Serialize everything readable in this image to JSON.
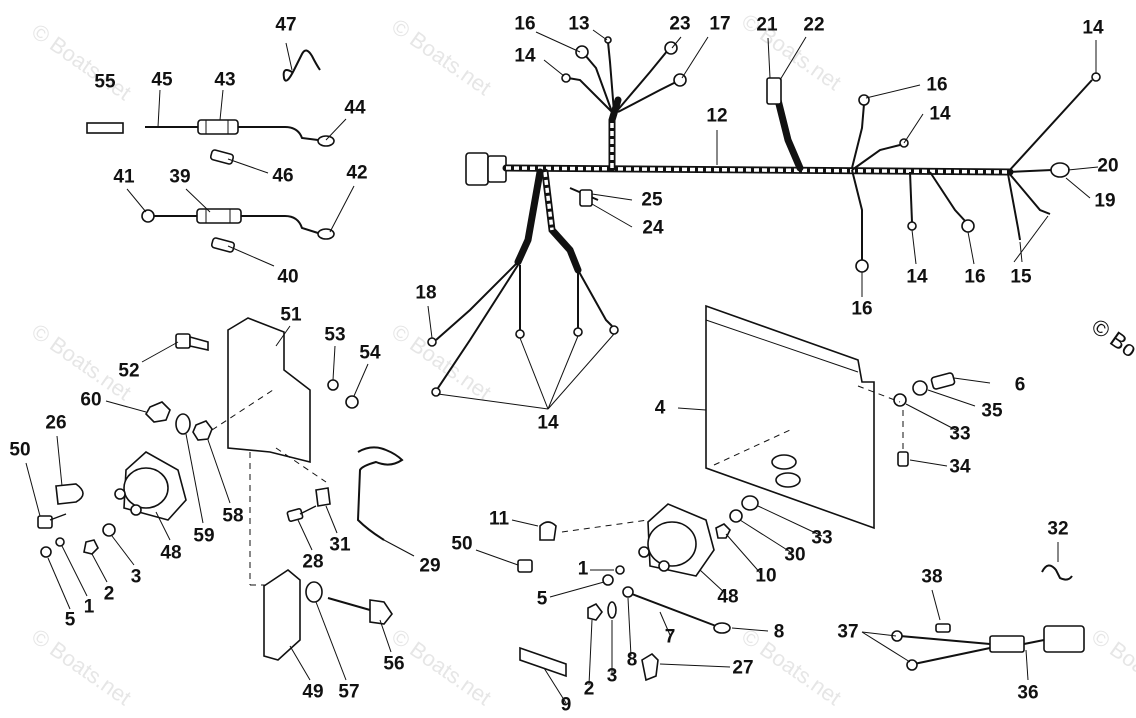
{
  "watermark": "© Boats.net",
  "copyright_fragment": "© Bo",
  "callouts": [
    {
      "id": "c47",
      "text": "47"
    },
    {
      "id": "c55",
      "text": "55"
    },
    {
      "id": "c45",
      "text": "45"
    },
    {
      "id": "c43",
      "text": "43"
    },
    {
      "id": "c44",
      "text": "44"
    },
    {
      "id": "c46",
      "text": "46"
    },
    {
      "id": "c41",
      "text": "41"
    },
    {
      "id": "c39",
      "text": "39"
    },
    {
      "id": "c42",
      "text": "42"
    },
    {
      "id": "c40",
      "text": "40"
    },
    {
      "id": "c16a",
      "text": "16"
    },
    {
      "id": "c13",
      "text": "13"
    },
    {
      "id": "c23",
      "text": "23"
    },
    {
      "id": "c17",
      "text": "17"
    },
    {
      "id": "c21",
      "text": "21"
    },
    {
      "id": "c22",
      "text": "22"
    },
    {
      "id": "c14a",
      "text": "14"
    },
    {
      "id": "c14b",
      "text": "14"
    },
    {
      "id": "c16b",
      "text": "16"
    },
    {
      "id": "c14c",
      "text": "14"
    },
    {
      "id": "c12",
      "text": "12"
    },
    {
      "id": "c20",
      "text": "20"
    },
    {
      "id": "c19",
      "text": "19"
    },
    {
      "id": "c25",
      "text": "25"
    },
    {
      "id": "c24",
      "text": "24"
    },
    {
      "id": "c14d",
      "text": "14"
    },
    {
      "id": "c16c",
      "text": "16"
    },
    {
      "id": "c15",
      "text": "15"
    },
    {
      "id": "c16d",
      "text": "16"
    },
    {
      "id": "c18",
      "text": "18"
    },
    {
      "id": "c14e",
      "text": "14"
    },
    {
      "id": "c51",
      "text": "51"
    },
    {
      "id": "c53",
      "text": "53"
    },
    {
      "id": "c54",
      "text": "54"
    },
    {
      "id": "c52",
      "text": "52"
    },
    {
      "id": "c60",
      "text": "60"
    },
    {
      "id": "c26",
      "text": "26"
    },
    {
      "id": "c50a",
      "text": "50"
    },
    {
      "id": "c58",
      "text": "58"
    },
    {
      "id": "c59",
      "text": "59"
    },
    {
      "id": "c48a",
      "text": "48"
    },
    {
      "id": "c3a",
      "text": "3"
    },
    {
      "id": "c2a",
      "text": "2"
    },
    {
      "id": "c1a",
      "text": "1"
    },
    {
      "id": "c5a",
      "text": "5"
    },
    {
      "id": "c28",
      "text": "28"
    },
    {
      "id": "c31",
      "text": "31"
    },
    {
      "id": "c29",
      "text": "29"
    },
    {
      "id": "c49",
      "text": "49"
    },
    {
      "id": "c57",
      "text": "57"
    },
    {
      "id": "c56",
      "text": "56"
    },
    {
      "id": "c4",
      "text": "4"
    },
    {
      "id": "c6",
      "text": "6"
    },
    {
      "id": "c35",
      "text": "35"
    },
    {
      "id": "c33a",
      "text": "33"
    },
    {
      "id": "c34",
      "text": "34"
    },
    {
      "id": "c11",
      "text": "11"
    },
    {
      "id": "c50b",
      "text": "50"
    },
    {
      "id": "c1b",
      "text": "1"
    },
    {
      "id": "c5b",
      "text": "5"
    },
    {
      "id": "c48b",
      "text": "48"
    },
    {
      "id": "c10",
      "text": "10"
    },
    {
      "id": "c30",
      "text": "30"
    },
    {
      "id": "c33b",
      "text": "33"
    },
    {
      "id": "c7",
      "text": "7"
    },
    {
      "id": "c8a",
      "text": "8"
    },
    {
      "id": "c8b",
      "text": "8"
    },
    {
      "id": "c2b",
      "text": "2"
    },
    {
      "id": "c3b",
      "text": "3"
    },
    {
      "id": "c27",
      "text": "27"
    },
    {
      "id": "c9",
      "text": "9"
    },
    {
      "id": "c32",
      "text": "32"
    },
    {
      "id": "c38",
      "text": "38"
    },
    {
      "id": "c37",
      "text": "37"
    },
    {
      "id": "c36",
      "text": "36"
    }
  ]
}
